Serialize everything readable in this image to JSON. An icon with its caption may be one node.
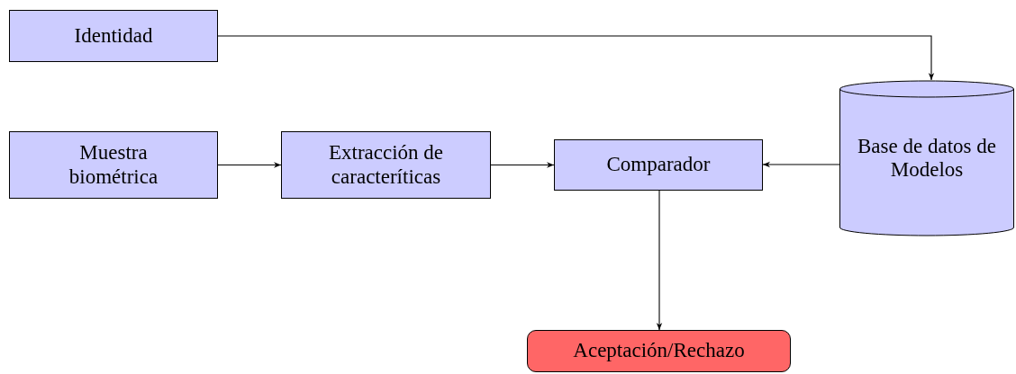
{
  "diagram": {
    "nodes": [
      {
        "text": [
          "Identidad"
        ]
      },
      {
        "text": [
          "Muestra biométrica"
        ]
      },
      {
        "text": [
          "Extracción de caracteríticas"
        ]
      },
      {
        "text": [
          "Comparador"
        ]
      },
      {
        "text": [
          "Base de datos de Modelos"
        ]
      },
      {
        "text": [
          "Aceptación/Rechazo"
        ]
      }
    ],
    "edges": [
      {
        "from": 0,
        "to": 4,
        "arrow": "to"
      },
      {
        "from": 1,
        "to": 2,
        "arrow": "to"
      },
      {
        "from": 2,
        "to": 3,
        "arrow": "to"
      },
      {
        "from": 4,
        "to": 3,
        "arrow": "to"
      },
      {
        "from": 3,
        "to": 5,
        "arrow": "to"
      }
    ]
  }
}
